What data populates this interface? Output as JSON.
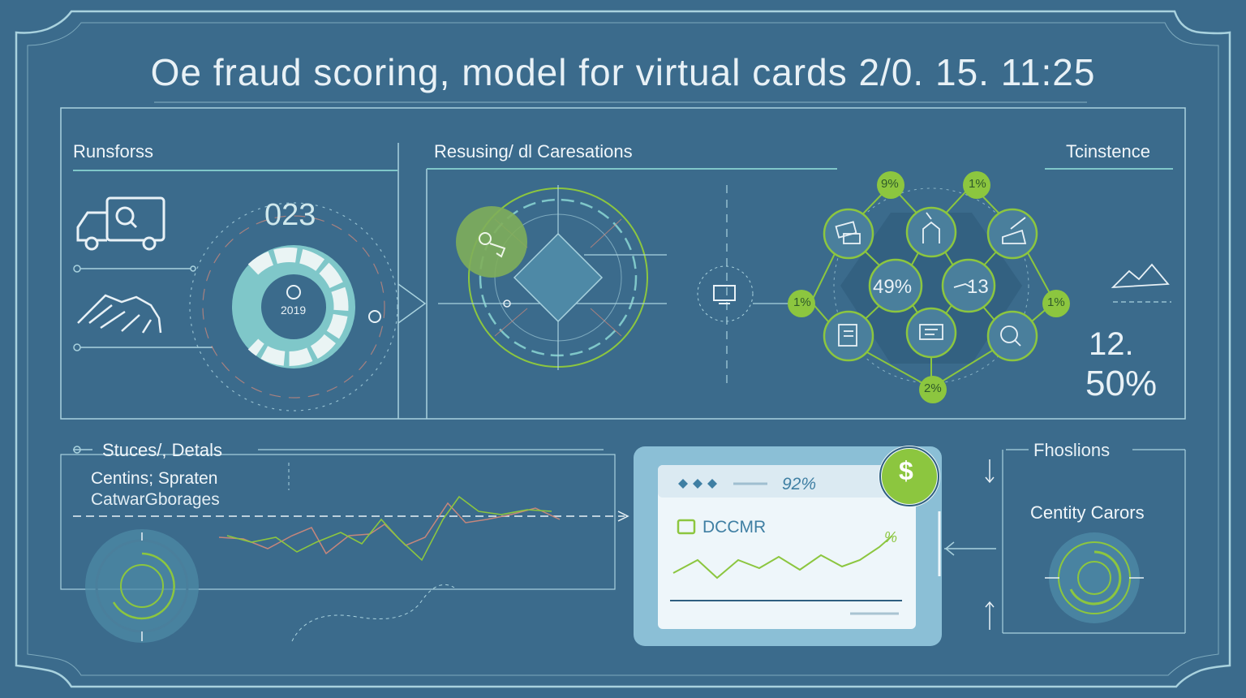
{
  "title": "Oe fraud scoring, model for virtual cards 2/0. 15. 11:25",
  "panels": {
    "left_top": {
      "header": "Runsforss",
      "gauge_value": "023",
      "gauge_year": "2019"
    },
    "mid_top": {
      "header": "Resusing/ dl Caresations"
    },
    "network": {
      "header": "Tcinstence",
      "badges": [
        "9%",
        "1%",
        "1%",
        "1%",
        "2%"
      ],
      "center_labels": [
        "49%",
        "13"
      ]
    },
    "right_stats": {
      "value1": "12.",
      "value2": "50%"
    },
    "bottom_left": {
      "header": "Stuces/, Detals",
      "line1": "Centins; Spraten",
      "line2": "CatwarGborages"
    },
    "card": {
      "percent": "92%",
      "label": "DCCMR",
      "chart_percent": "%",
      "currency_icon": "$"
    },
    "bottom_right": {
      "header": "Fhoslions",
      "label": "Centity Carors"
    }
  },
  "colors": {
    "background": "#3b6b8c",
    "accent_green": "#8cc63f",
    "teal": "#7fc7c9",
    "line": "#a9d2de"
  }
}
